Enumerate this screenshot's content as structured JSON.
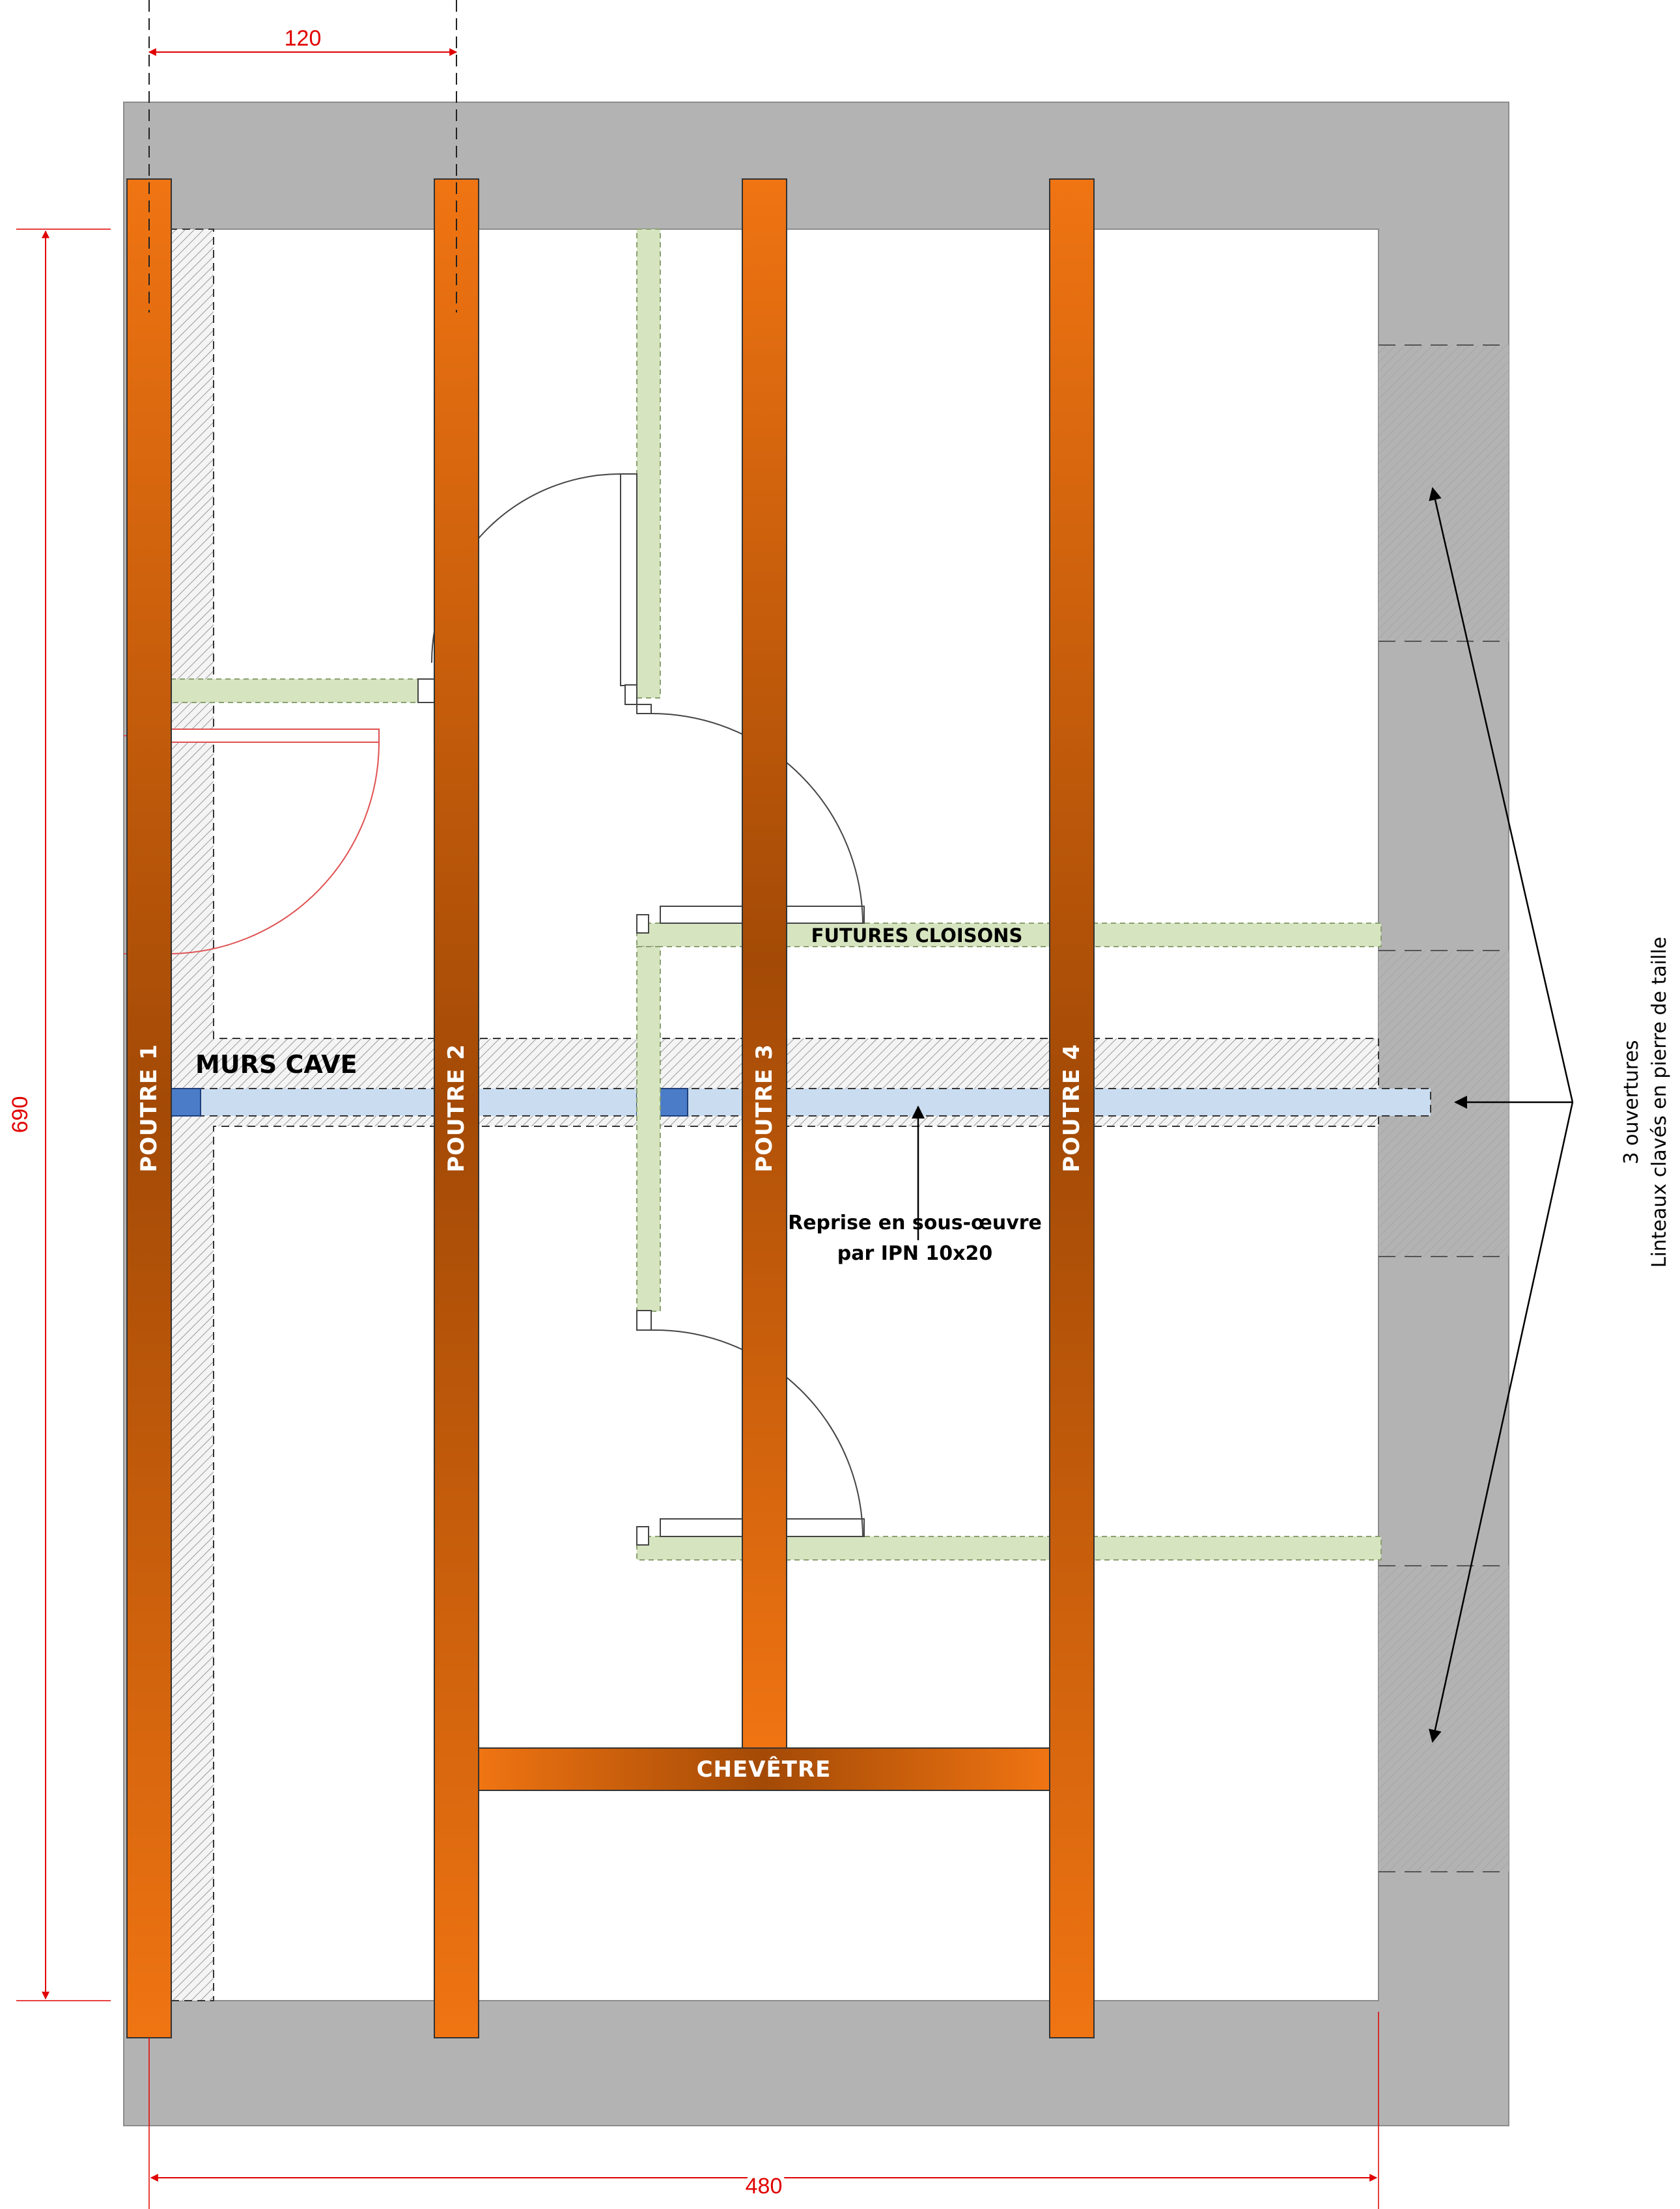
{
  "dimensions": {
    "top_spacing": "120",
    "height": "690",
    "width": "480"
  },
  "beams": [
    {
      "label": "POUTRE 1"
    },
    {
      "label": "POUTRE 2"
    },
    {
      "label": "POUTRE 3"
    },
    {
      "label": "POUTRE 4"
    }
  ],
  "trimmer": {
    "label": "CHEVÊTRE"
  },
  "labels": {
    "cellar_walls": "MURS CAVE",
    "future_partitions": "FUTURES CLOISONS",
    "underpinning_line1": "Reprise en sous-œuvre",
    "underpinning_line2": "par IPN 10x20",
    "openings_line1": "3 ouvertures",
    "openings_line2": "Linteaux clavés en pierre de taille"
  },
  "colors": {
    "outer_wall": "#b3b3b3",
    "beam_dark": "#a34a06",
    "beam_light": "#f07412",
    "partition": "#d6e4c0",
    "ipn": "#c9dcf0",
    "ipn_support": "#4a7cc8",
    "dimension": "#e00000"
  }
}
